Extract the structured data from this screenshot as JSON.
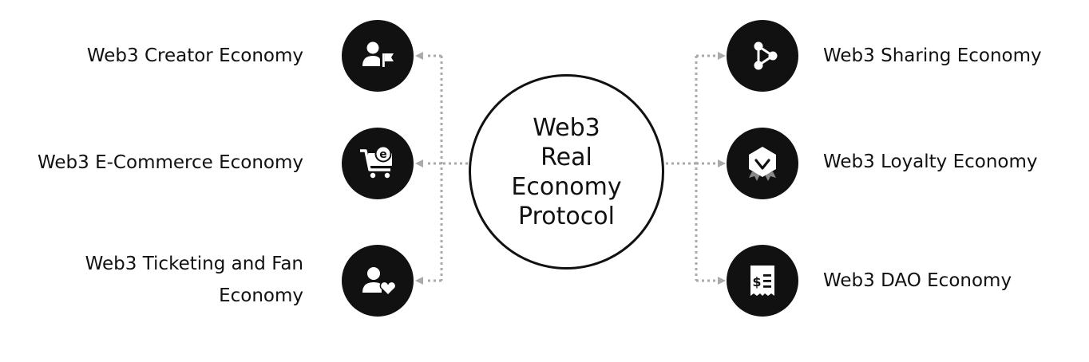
{
  "center": {
    "lines": [
      "Web3",
      "Real",
      "Economy",
      "Protocol"
    ]
  },
  "left_nodes": [
    {
      "label": "Web3 Creator Economy",
      "icon": "person-flag-icon"
    },
    {
      "label": "Web3 E-Commerce Economy",
      "icon": "shopping-cart-e-icon"
    },
    {
      "label_lines": [
        "Web3 Ticketing and Fan",
        "Economy"
      ],
      "icon": "person-heart-icon"
    }
  ],
  "right_nodes": [
    {
      "label": "Web3 Sharing Economy",
      "icon": "share-nodes-icon"
    },
    {
      "label": "Web3 Loyalty Economy",
      "icon": "badge-check-icon"
    },
    {
      "label": "Web3 DAO Economy",
      "icon": "receipt-dollar-icon"
    }
  ],
  "colors": {
    "node_fill": "#111111",
    "connector": "#aaaaaa",
    "text": "#111111"
  }
}
